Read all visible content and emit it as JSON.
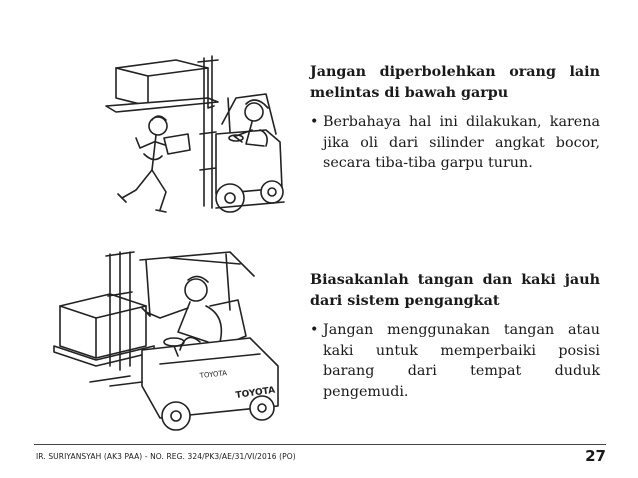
{
  "sections": [
    {
      "heading": "Jangan diperbolehkan orang lain melintas di bawah garpu",
      "bullet": "Berbahaya hal ini dilakukan, karena jika oli dari silinder angkat bocor, secara tiba-tiba garpu turun."
    },
    {
      "heading": "Biasakanlah tangan dan kaki jauh dari sistem pengangkat",
      "bullet": "Jangan menggunakan tangan atau kaki untuk memperbaiki posisi barang dari tempat duduk pengemudi."
    }
  ],
  "illustrations": {
    "bottom_logo_text": "TOYOTA"
  },
  "footer": {
    "author": "IR. SURIYANSYAH (AK3 PAA) - NO. REG. 324/PK3/AE/31/VI/2016 (PO)",
    "page_number": "27"
  }
}
